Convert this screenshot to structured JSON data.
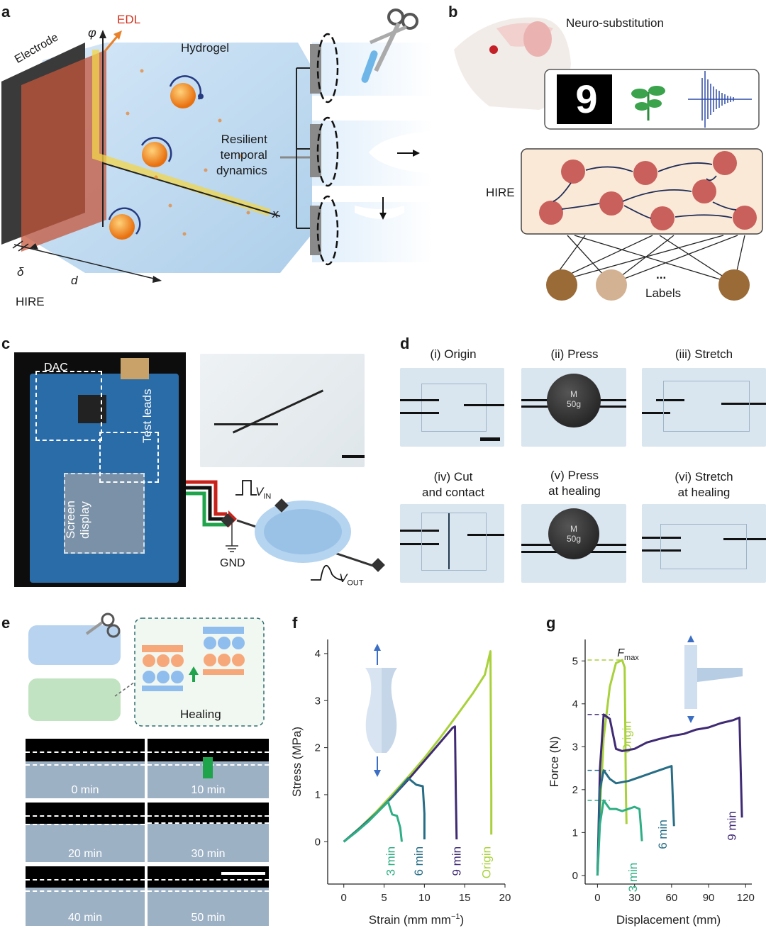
{
  "panels": {
    "a": {
      "label": "a",
      "electrode": "Electrode",
      "edl": "EDL",
      "phi": "φ",
      "hydrogel": "Hydrogel",
      "resilient": [
        "Resilient",
        "temporal",
        "dynamics"
      ],
      "x": "x",
      "delta": "δ",
      "d": "d",
      "hire": "HIRE"
    },
    "b": {
      "label": "b",
      "neuro": "Neuro-substitution",
      "hire": "HIRE",
      "digit": "9",
      "ellipsis": "...",
      "labels": "Labels"
    },
    "c": {
      "label": "c",
      "dac": "DAC",
      "test_leads": "Test leads",
      "screen": [
        "Screen",
        "display"
      ],
      "vin": "V",
      "vin_sub": "IN",
      "vout": "V",
      "vout_sub": "OUT",
      "gnd": "GND"
    },
    "d": {
      "label": "d",
      "titles": [
        "(i) Origin",
        "(ii) Press",
        "(iii) Stretch",
        "(iv) Cut\nand contact",
        "(v) Press\nat healing",
        "(vi) Stretch\nat healing"
      ],
      "weight": [
        "M",
        "50g"
      ]
    },
    "e": {
      "label": "e",
      "healing": "Healing",
      "times": [
        "0 min",
        "10 min",
        "20 min",
        "30 min",
        "40 min",
        "50 min"
      ]
    }
  },
  "colors": {
    "origin": "#a8d13b",
    "min9": "#3f2a73",
    "min6": "#276d86",
    "min3": "#2fae85",
    "orange": "#e8812a",
    "panel_bg": "#fbe9d8"
  },
  "chart_data": [
    {
      "type": "line",
      "panel": "f",
      "xlabel": "Strain (mm mm",
      "xlabel_sup": "−1",
      "xlabel_close": ")",
      "ylabel": "Stress (MPa)",
      "xlim": [
        -2,
        20
      ],
      "ylim": [
        -0.9,
        4.3
      ],
      "xticks": [
        0,
        5,
        10,
        15,
        20
      ],
      "yticks": [
        0,
        1,
        2,
        3,
        4
      ],
      "series": [
        {
          "name": "Origin",
          "color": "#a8d13b",
          "x": [
            0,
            2,
            4,
            6,
            8,
            10,
            12,
            14,
            16,
            17.5,
            18.2,
            18.3,
            18.3
          ],
          "y": [
            0,
            0.3,
            0.63,
            1.0,
            1.38,
            1.78,
            2.22,
            2.68,
            3.15,
            3.55,
            4.05,
            1.0,
            0.15
          ]
        },
        {
          "name": "9 min",
          "color": "#3f2a73",
          "x": [
            0,
            2,
            4,
            6,
            8,
            10,
            12,
            13.5,
            13.8,
            13.9,
            14.0
          ],
          "y": [
            0,
            0.29,
            0.6,
            0.95,
            1.32,
            1.72,
            2.12,
            2.42,
            2.45,
            1.0,
            0.05
          ]
        },
        {
          "name": "6 min",
          "color": "#276d86",
          "x": [
            0,
            2,
            4,
            6,
            8,
            9.0,
            9.8,
            10.0,
            10.0
          ],
          "y": [
            0,
            0.29,
            0.6,
            0.95,
            1.35,
            1.21,
            1.18,
            0.6,
            0.05
          ]
        },
        {
          "name": "3 min",
          "color": "#2fae85",
          "x": [
            0,
            1.5,
            3,
            4.5,
            5.5,
            6.0,
            6.6,
            7.0,
            7.2
          ],
          "y": [
            0,
            0.2,
            0.42,
            0.68,
            0.85,
            0.58,
            0.55,
            0.3,
            0
          ]
        }
      ]
    },
    {
      "type": "line",
      "panel": "g",
      "xlabel": "Displacement (mm)",
      "ylabel": "Force (N)",
      "annotation": "F",
      "annotation_sub": "max",
      "xlim": [
        -10,
        125
      ],
      "ylim": [
        -0.2,
        5.5
      ],
      "xticks": [
        0,
        30,
        60,
        90,
        120
      ],
      "yticks": [
        0,
        1,
        2,
        3,
        4,
        5
      ],
      "series": [
        {
          "name": "Origin",
          "color": "#a8d13b",
          "x": [
            0,
            2,
            5,
            10,
            15,
            20,
            22,
            22.5,
            23,
            23.5
          ],
          "y": [
            0,
            1.5,
            3.2,
            4.4,
            4.95,
            5.02,
            4.85,
            3.5,
            2.0,
            1.2
          ]
        },
        {
          "name": "9 min",
          "color": "#3f2a73",
          "x": [
            0,
            2,
            5,
            10,
            15,
            20,
            30,
            40,
            50,
            60,
            70,
            80,
            90,
            100,
            110,
            115,
            116,
            117
          ],
          "y": [
            0,
            2.5,
            3.75,
            3.65,
            2.95,
            2.9,
            2.95,
            3.1,
            3.18,
            3.25,
            3.3,
            3.4,
            3.45,
            3.55,
            3.62,
            3.68,
            2.5,
            1.35
          ]
        },
        {
          "name": "6 min",
          "color": "#276d86",
          "x": [
            0,
            2,
            5,
            10,
            15,
            25,
            35,
            45,
            55,
            60,
            61,
            62
          ],
          "y": [
            0,
            2.0,
            2.45,
            2.25,
            2.15,
            2.2,
            2.3,
            2.4,
            2.5,
            2.55,
            1.8,
            1.15
          ]
        },
        {
          "name": "3 min",
          "color": "#2fae85",
          "x": [
            0,
            2,
            5,
            10,
            15,
            20,
            25,
            30,
            34,
            35,
            36
          ],
          "y": [
            0,
            1.2,
            1.75,
            1.55,
            1.55,
            1.5,
            1.55,
            1.6,
            1.55,
            1.2,
            0.8
          ]
        }
      ],
      "dashes": [
        {
          "y": 5.02,
          "color": "#a8d13b",
          "x_to": 20
        },
        {
          "y": 3.75,
          "color": "#3f2a73",
          "x_to": 10
        },
        {
          "y": 2.45,
          "color": "#276d86",
          "x_to": 10
        },
        {
          "y": 1.75,
          "color": "#2fae85",
          "x_to": 10
        }
      ]
    }
  ]
}
